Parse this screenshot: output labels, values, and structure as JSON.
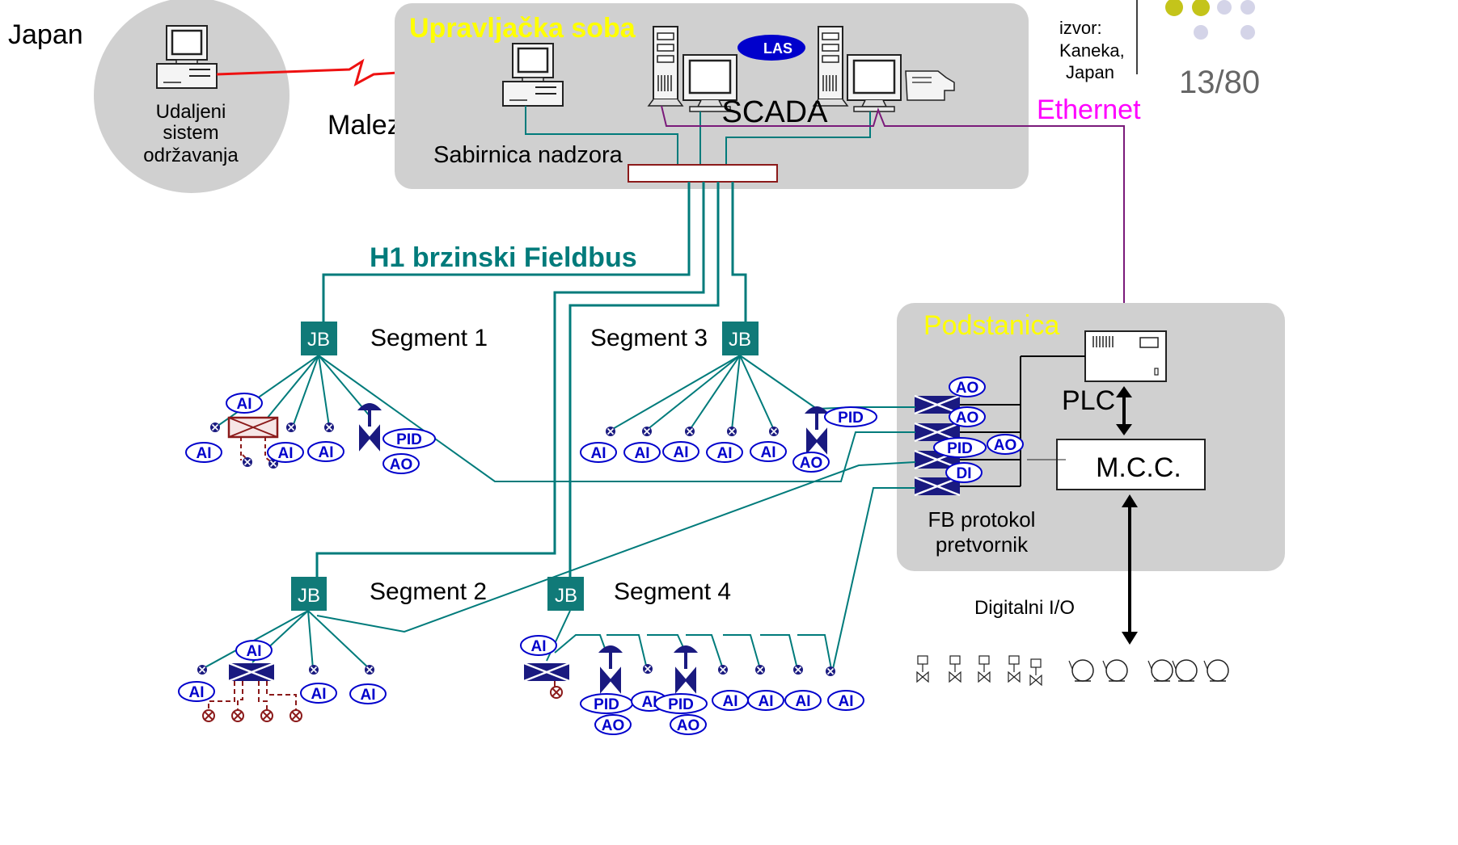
{
  "corner": {
    "source_label": "izvor:",
    "source_line2": "Kaneka,",
    "source_line3": "Japan",
    "page_number": "13/80"
  },
  "japan": {
    "country": "Japan",
    "remote_line1": "Udaljeni",
    "remote_line2": "sistem",
    "remote_line3": "održavanja"
  },
  "malaysia": {
    "country": "Malezija"
  },
  "control_room": {
    "title": "Upravljačka soba",
    "las": "LAS",
    "scada": "SCADA",
    "bus": "Sabirnica nadzora",
    "ethernet": "Ethernet"
  },
  "fieldbus": {
    "title": "H1 brzinski Fieldbus"
  },
  "jb_label": "JB",
  "segments": {
    "s1": "Segment 1",
    "s2": "Segment 2",
    "s3": "Segment 3",
    "s4": "Segment 4"
  },
  "tags": {
    "ai": "AI",
    "ao": "AO",
    "pid": "PID",
    "di": "DI"
  },
  "substation": {
    "title": "Podstanica",
    "plc": "PLC",
    "mcc": "M.C.C.",
    "converter_line1": "FB protokol",
    "converter_line2": "pretvornik",
    "digital_io": "Digitalni I/O"
  },
  "colors": {
    "panel": "#d0d0d0",
    "teal": "#007b7b",
    "jb": "#107a78",
    "blue": "#0000cc",
    "navy": "#1a1a80",
    "purple": "#7a1a7a",
    "magenta": "#ff00ff",
    "yellow": "#ffff00",
    "red": "#ee1111",
    "brown": "#8b1a1a",
    "accent_dot": "#c4c41a",
    "light_dot": "#d4d4e8"
  }
}
